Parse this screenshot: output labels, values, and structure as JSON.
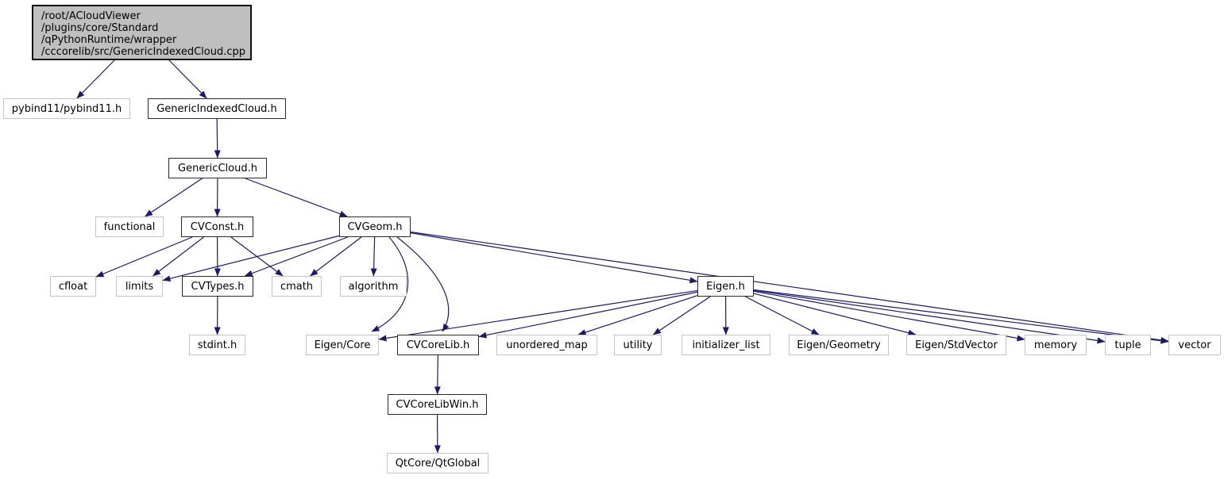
{
  "diagram": {
    "kind": "include-dependency-graph",
    "edge_color": "#191970",
    "node_fill": "#ffffff",
    "source_fill": "#bfbfbf",
    "nodes": [
      {
        "id": "src",
        "type": "source",
        "lines": [
          "/root/ACloudViewer",
          "/plugins/core/Standard",
          "/qPythonRuntime/wrapper",
          "/cccorelib/src/GenericIndexedCloud.cpp"
        ]
      },
      {
        "id": "pybind",
        "type": "external",
        "label": "pybind11/pybind11.h"
      },
      {
        "id": "gic",
        "type": "internal",
        "label": "GenericIndexedCloud.h"
      },
      {
        "id": "gc",
        "type": "internal",
        "label": "GenericCloud.h"
      },
      {
        "id": "functional",
        "type": "external",
        "label": "functional"
      },
      {
        "id": "cvconst",
        "type": "internal",
        "label": "CVConst.h"
      },
      {
        "id": "cvgeom",
        "type": "internal",
        "label": "CVGeom.h"
      },
      {
        "id": "cfloat",
        "type": "external",
        "label": "cfloat"
      },
      {
        "id": "limits",
        "type": "external",
        "label": "limits"
      },
      {
        "id": "cvtypes",
        "type": "internal",
        "label": "CVTypes.h"
      },
      {
        "id": "cmath",
        "type": "external",
        "label": "cmath"
      },
      {
        "id": "algorithm",
        "type": "external",
        "label": "algorithm"
      },
      {
        "id": "eigenh",
        "type": "internal",
        "label": "Eigen.h"
      },
      {
        "id": "stdint",
        "type": "external",
        "label": "stdint.h"
      },
      {
        "id": "eigencore",
        "type": "external",
        "label": "Eigen/Core"
      },
      {
        "id": "cvcorelib",
        "type": "internal",
        "label": "CVCoreLib.h"
      },
      {
        "id": "unordered",
        "type": "external",
        "label": "unordered_map"
      },
      {
        "id": "utility",
        "type": "external",
        "label": "utility"
      },
      {
        "id": "initlist",
        "type": "external",
        "label": "initializer_list"
      },
      {
        "id": "eigengeo",
        "type": "external",
        "label": "Eigen/Geometry"
      },
      {
        "id": "eigenstd",
        "type": "external",
        "label": "Eigen/StdVector"
      },
      {
        "id": "memory",
        "type": "external",
        "label": "memory"
      },
      {
        "id": "tuple",
        "type": "external",
        "label": "tuple"
      },
      {
        "id": "vector",
        "type": "external",
        "label": "vector"
      },
      {
        "id": "cvcorewin",
        "type": "internal",
        "label": "CVCoreLibWin.h"
      },
      {
        "id": "qtglobal",
        "type": "external",
        "label": "QtCore/QtGlobal"
      }
    ],
    "edges": [
      {
        "from": "src",
        "to": "pybind"
      },
      {
        "from": "src",
        "to": "gic"
      },
      {
        "from": "gic",
        "to": "gc"
      },
      {
        "from": "gc",
        "to": "functional"
      },
      {
        "from": "gc",
        "to": "cvconst"
      },
      {
        "from": "gc",
        "to": "cvgeom"
      },
      {
        "from": "cvconst",
        "to": "cfloat"
      },
      {
        "from": "cvconst",
        "to": "limits"
      },
      {
        "from": "cvconst",
        "to": "cvtypes"
      },
      {
        "from": "cvconst",
        "to": "cmath"
      },
      {
        "from": "cvgeom",
        "to": "limits"
      },
      {
        "from": "cvgeom",
        "to": "cvtypes"
      },
      {
        "from": "cvgeom",
        "to": "cmath"
      },
      {
        "from": "cvgeom",
        "to": "algorithm"
      },
      {
        "from": "cvgeom",
        "to": "eigenh"
      },
      {
        "from": "cvgeom",
        "to": "eigencore"
      },
      {
        "from": "cvgeom",
        "to": "cvcorelib"
      },
      {
        "from": "cvgeom",
        "to": "vector"
      },
      {
        "from": "cvtypes",
        "to": "stdint"
      },
      {
        "from": "eigenh",
        "to": "eigencore"
      },
      {
        "from": "eigenh",
        "to": "cvcorelib"
      },
      {
        "from": "eigenh",
        "to": "unordered"
      },
      {
        "from": "eigenh",
        "to": "utility"
      },
      {
        "from": "eigenh",
        "to": "initlist"
      },
      {
        "from": "eigenh",
        "to": "eigengeo"
      },
      {
        "from": "eigenh",
        "to": "eigenstd"
      },
      {
        "from": "eigenh",
        "to": "memory"
      },
      {
        "from": "eigenh",
        "to": "tuple"
      },
      {
        "from": "eigenh",
        "to": "vector"
      },
      {
        "from": "cvcorelib",
        "to": "cvcorewin"
      },
      {
        "from": "cvcorewin",
        "to": "qtglobal"
      }
    ]
  }
}
